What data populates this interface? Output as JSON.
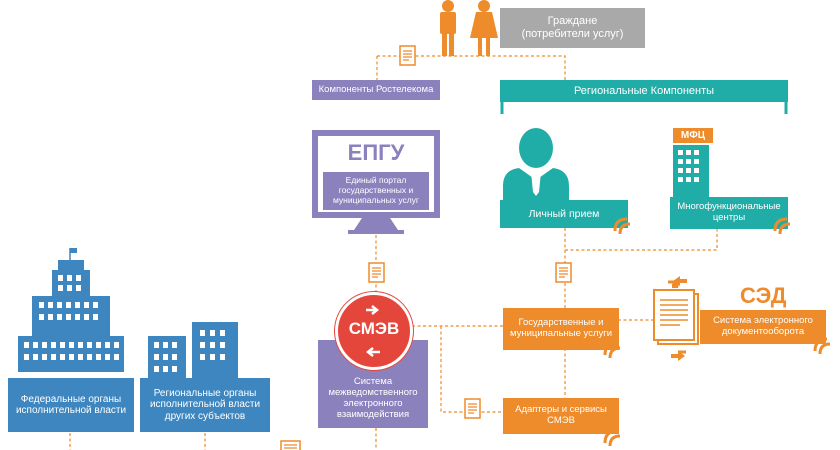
{
  "citizens": {
    "title": "Граждане",
    "subtitle": "(потребители услуг)"
  },
  "rostelecom": {
    "label": "Компоненты Ростелекома"
  },
  "regional": {
    "label": "Региональные Компоненты"
  },
  "epgu": {
    "abbr": "ЕПГУ",
    "description": "Единый портал государственных и муниципальных услуг"
  },
  "personal": {
    "label": "Личный прием"
  },
  "mfc": {
    "abbr": "МФЦ",
    "label": "Многофункциональные центры"
  },
  "smev": {
    "abbr": "СМЭВ",
    "label": "Система межведомственного электронного взаимодействия"
  },
  "gov_services": {
    "label": "Государственные и муниципальные услуги"
  },
  "sed": {
    "abbr": "СЭД",
    "label": "Система электронного документооборота"
  },
  "adapters": {
    "label": "Адаптеры и сервисы СМЭВ"
  },
  "federal": {
    "label": "Федеральные органы исполнительной власти"
  },
  "regional_bodies": {
    "label": "Региональные органы исполнительной власти других субъектов"
  },
  "colors": {
    "orange": "#ee8b2a",
    "teal": "#21ada7",
    "purple": "#8b82bd",
    "blue": "#3d86c0",
    "red": "#e4463b",
    "gray": "#a9a9a9"
  }
}
